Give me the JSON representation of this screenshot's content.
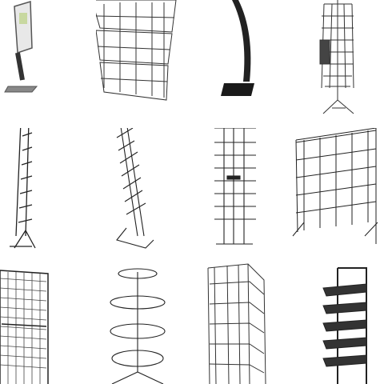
{
  "image": {
    "background": "#ffffff",
    "wire_color": "#2a2a2a",
    "items": [
      {
        "id": "brochure-stand-curved",
        "kind": "curved brochure floor stand"
      },
      {
        "id": "stacking-wire-baskets",
        "kind": "stacked wire basket bins"
      },
      {
        "id": "curved-black-display-stand",
        "kind": "curved black display column"
      },
      {
        "id": "rotating-card-spinner",
        "kind": "rotating card spinner rack"
      },
      {
        "id": "tall-literature-rack-1",
        "kind": "tall wire literature rack"
      },
      {
        "id": "tall-literature-rack-2",
        "kind": "tall wire literature rack angled"
      },
      {
        "id": "double-sided-literature-rack",
        "kind": "double sided wire pocket rack"
      },
      {
        "id": "wide-magazine-rack",
        "kind": "wide multi-tier magazine rack"
      },
      {
        "id": "wire-grid-panel-rack",
        "kind": "wire grid panel display"
      },
      {
        "id": "tiered-round-basket-rack",
        "kind": "four tier round basket rack"
      },
      {
        "id": "multi-tier-shelf-tower",
        "kind": "multi tier shelf tower"
      },
      {
        "id": "black-basket-shelf-rack",
        "kind": "black basket shelf rack"
      }
    ]
  }
}
